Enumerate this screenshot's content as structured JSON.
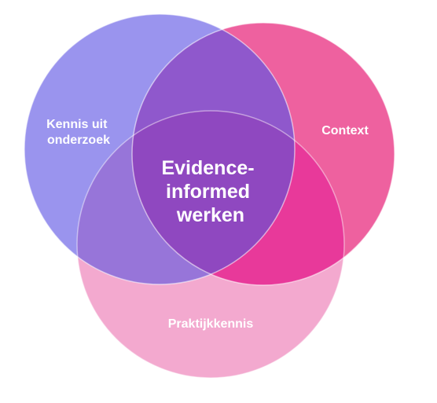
{
  "diagram": {
    "type": "venn",
    "circles": [
      {
        "id": "research",
        "lines": [
          "Kennis uit",
          "onderzoek"
        ],
        "color": "#9a94ee"
      },
      {
        "id": "context",
        "lines": [
          "Context"
        ],
        "color": "#ee619f"
      },
      {
        "id": "practice",
        "lines": [
          "Praktijkkennis"
        ],
        "color": "#f3a9cf"
      }
    ],
    "overlap_colors": {
      "research_context": "#8f58cc",
      "research_practice": "#9775d9",
      "context_practice": "#e8399a",
      "all": "#8f48c0"
    },
    "center": {
      "lines": [
        "Evidence-",
        "informed",
        "werken"
      ]
    }
  }
}
